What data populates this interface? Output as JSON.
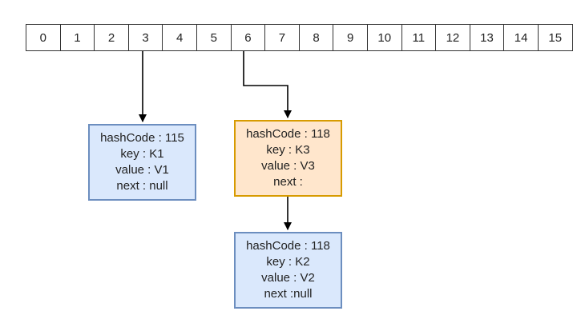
{
  "array": {
    "cells": [
      "0",
      "1",
      "2",
      "3",
      "4",
      "5",
      "6",
      "7",
      "8",
      "9",
      "10",
      "11",
      "12",
      "13",
      "14",
      "15"
    ]
  },
  "nodes": [
    {
      "lines": [
        "hashCode : 115",
        "key : K1",
        "value : V1",
        "next : null"
      ],
      "fill": "#dae8fc",
      "stroke": "#6c8ebf"
    },
    {
      "lines": [
        "hashCode : 118",
        "key : K3",
        "value : V3",
        "next :"
      ],
      "fill": "#ffe6cc",
      "stroke": "#d79b00"
    },
    {
      "lines": [
        "hashCode : 118",
        "key : K2",
        "value : V2",
        "next :null"
      ],
      "fill": "#dae8fc",
      "stroke": "#6c8ebf"
    }
  ],
  "colors": {
    "edge": "#000000",
    "cell_border": "#333333"
  }
}
